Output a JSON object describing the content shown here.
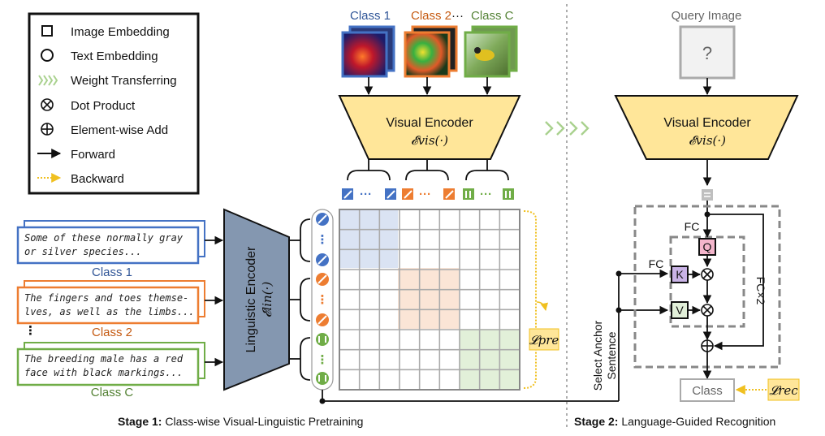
{
  "legend": {
    "image_embedding": "Image Embedding",
    "text_embedding": "Text Embedding",
    "weight_transferring": "Weight Transferring",
    "dot_product": "Dot Product",
    "element_wise_add": "Element-wise Add",
    "forward": "Forward",
    "backward": "Backward"
  },
  "stage1": {
    "class1": "Class 1",
    "class2": "Class 2",
    "dots": "···",
    "classC": "Class C",
    "visual_encoder": "Visual Encoder",
    "visual_encoder_sym": "𝓔vis(·)",
    "linguistic_encoder": "Linguistic Encoder",
    "linguistic_encoder_sym": "𝓔lin(·)",
    "text1_line1": "Some of these normally gray",
    "text1_line2": "or silver species...",
    "text2_line1": "The fingers and toes themse-",
    "text2_line2": "lves, as well as the limbs...",
    "text3_line1": "The breeding male has a red",
    "text3_line2": "face with black markings...",
    "loss_pre": "𝓛pre",
    "caption_bold": "Stage 1:",
    "caption_rest": " Class-wise Visual-Linguistic Pretraining"
  },
  "stage2": {
    "query_image": "Query Image",
    "question": "?",
    "visual_encoder": "Visual Encoder",
    "visual_encoder_sym": "𝓔vis(·)",
    "fc_q": "FC",
    "fc_k": "FC",
    "q": "Q",
    "k": "K",
    "v": "V",
    "fc_x2": "FC×2",
    "select_line1": "Select Anchor",
    "select_line2": "Sentence",
    "class_out": "Class",
    "loss_rec": "𝓛rec",
    "caption_bold": "Stage 2:",
    "caption_rest": " Language-Guided Recognition"
  },
  "colors": {
    "blue": "#4472c4",
    "orange": "#ed7d31",
    "green": "#70ad47",
    "yellow": "#ffe699",
    "slate": "#8497b0",
    "gold": "#f0c020"
  }
}
